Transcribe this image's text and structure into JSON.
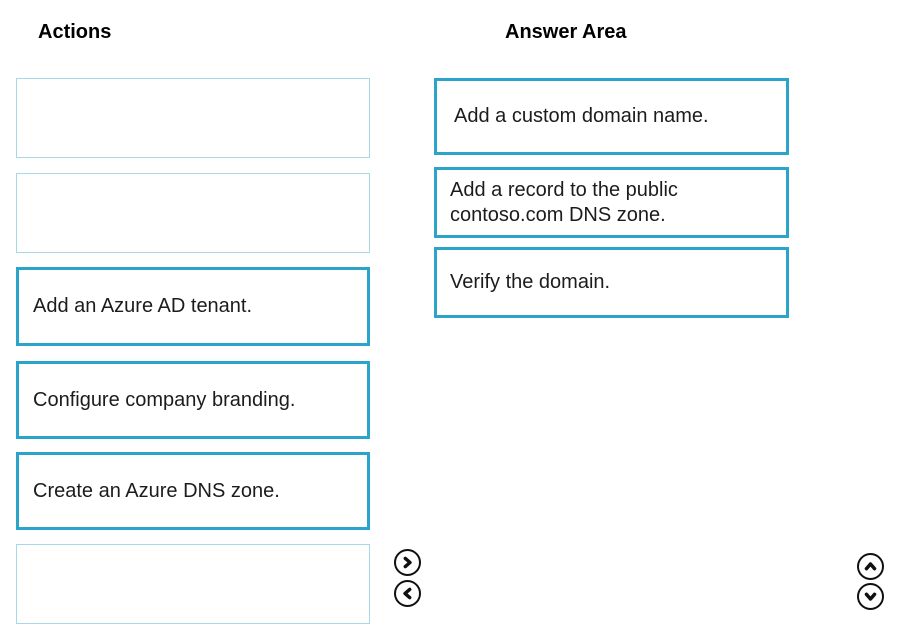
{
  "colors": {
    "box_border_strong": "#2aa4c8",
    "box_border_light": "#a5d8e9",
    "text": "#1c1c1c",
    "arrow": "#101010"
  },
  "actions_column": {
    "title": "Actions",
    "items": [
      {
        "label": "",
        "filled": false
      },
      {
        "label": "",
        "filled": false
      },
      {
        "label": "Add an Azure AD tenant.",
        "filled": true
      },
      {
        "label": "Configure company branding.",
        "filled": true
      },
      {
        "label": "Create an Azure DNS zone.",
        "filled": true
      },
      {
        "label": "",
        "filled": false
      }
    ]
  },
  "answer_area": {
    "title": "Answer Area",
    "items": [
      {
        "line1": "Add a custom domain name.",
        "line2": ""
      },
      {
        "line1": "Add a record to the public",
        "line2": "contoso.com DNS zone."
      },
      {
        "line1": "Verify the domain.",
        "line2": ""
      }
    ]
  },
  "controls": {
    "move_right": "chevron-right",
    "move_left": "chevron-left",
    "move_up": "chevron-up",
    "move_down": "chevron-down"
  }
}
